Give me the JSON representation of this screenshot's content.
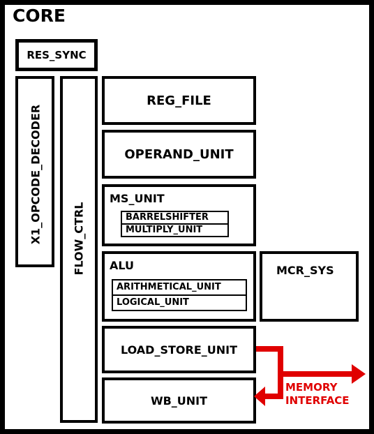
{
  "title": "CORE",
  "blocks": {
    "res_sync": "RES_SYNC",
    "x1_opcode_decoder": "X1_OPCODE_DECODER",
    "flow_ctrl": "FLOW_CTRL",
    "reg_file": "REG_FILE",
    "operand_unit": "OPERAND_UNIT",
    "ms_unit": "MS_UNIT",
    "barrelshifter": "BARRELSHIFTER",
    "multiply_unit": "MULTIPLY_UNIT",
    "alu": "ALU",
    "arithmetical_unit": "ARITHMETICAL_UNIT",
    "logical_unit": "LOGICAL_UNIT",
    "mcr_sys": "MCR_SYS",
    "load_store_unit": "LOAD_STORE_UNIT",
    "wb_unit": "WB_UNIT"
  },
  "memory_interface": [
    "MEMORY",
    "INTERFACE"
  ],
  "colors": {
    "arrow": "#e00000",
    "background": "#ffffff",
    "border": "#000000"
  }
}
